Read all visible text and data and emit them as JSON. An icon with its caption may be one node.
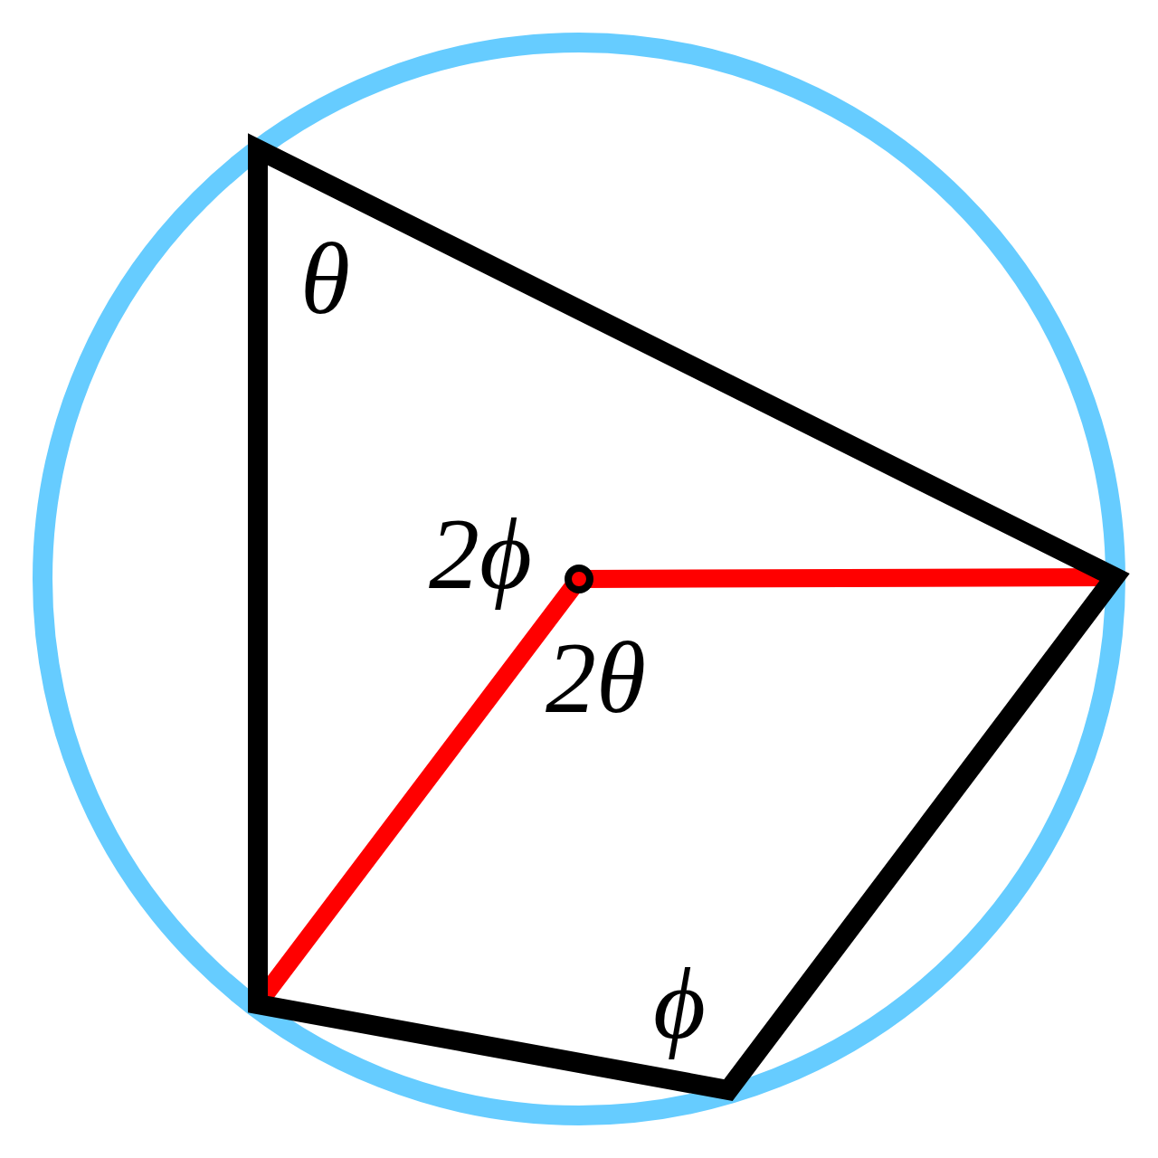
{
  "diagram": {
    "labels": [
      "θ",
      "2ϕ",
      "2θ",
      "ϕ"
    ]
  }
}
